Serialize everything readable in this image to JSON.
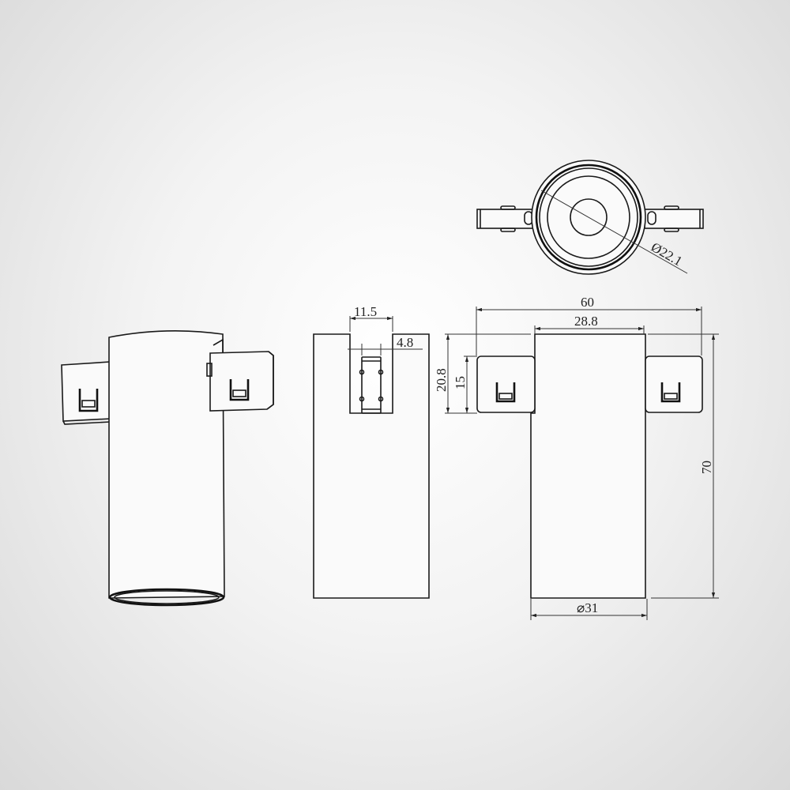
{
  "drawing": {
    "title": "Track spotlight technical drawing",
    "views": [
      "perspective-view",
      "side-view",
      "front-view",
      "top-view"
    ],
    "units": "mm"
  },
  "dimensions": {
    "top_diameter": "Ø22.1",
    "overall_width": "60",
    "body_top_width": "28.8",
    "adapter_height_total": "20.8",
    "adapter_height": "15",
    "overall_height": "70",
    "body_diameter": "⌀31",
    "slot_width": "11.5",
    "slot_inner": "4.8"
  },
  "colors": {
    "line": "#1a1a1a",
    "background": "#ececec"
  }
}
